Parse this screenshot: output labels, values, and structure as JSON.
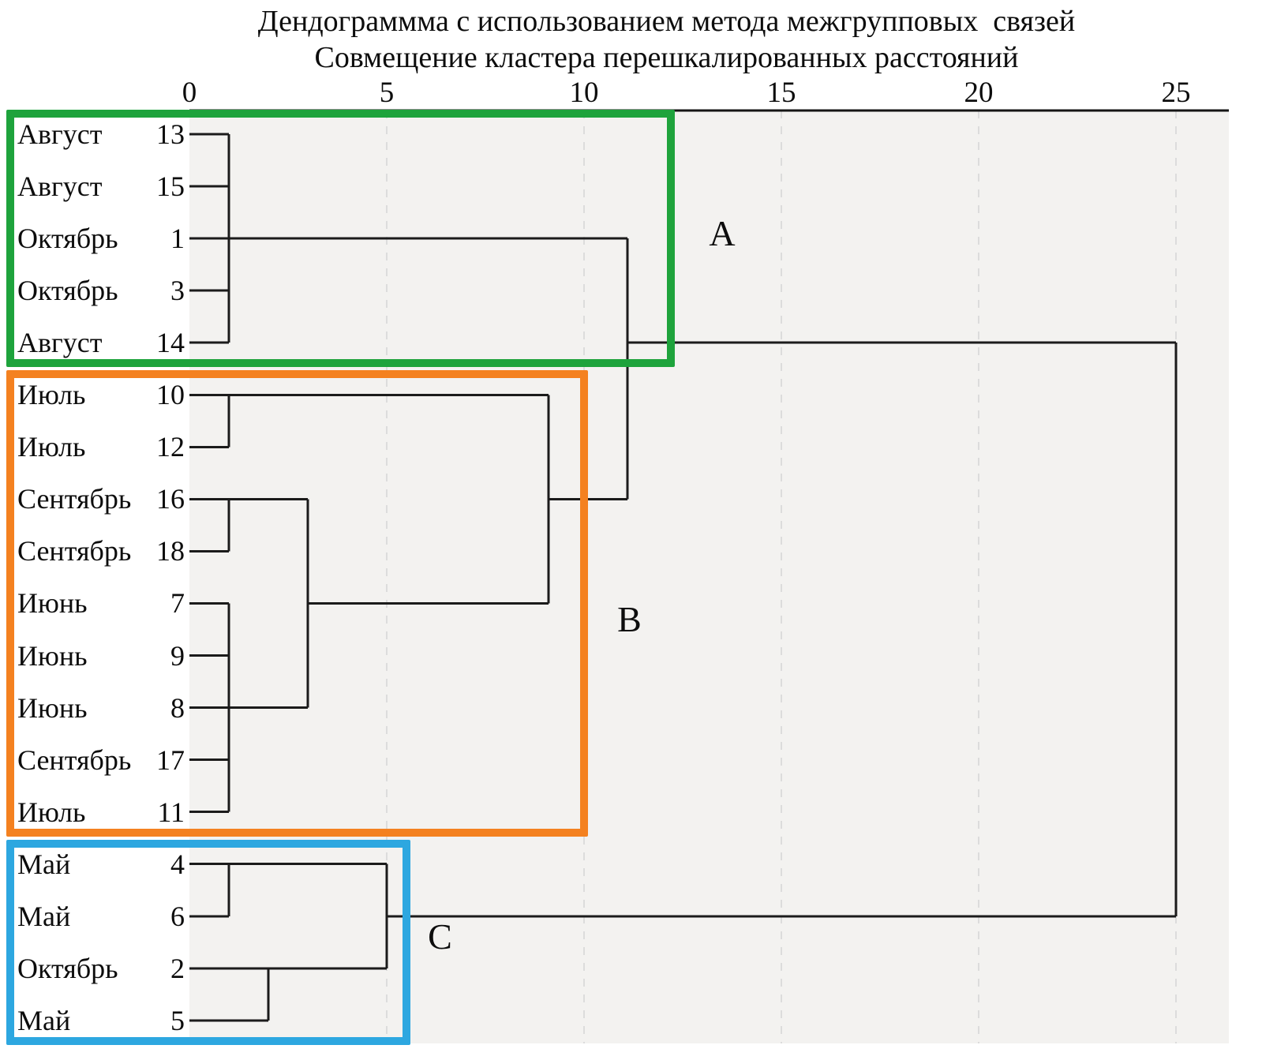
{
  "title": {
    "line1": "Дендограммма с использованием метода межгрупповых  связей",
    "line2": "Совмещение кластера перешкалированных расстояний"
  },
  "chart_data": {
    "type": "dendrogram",
    "orientation": "horizontal",
    "subtitle_meaning": "rescaled distance cluster combine, between-groups linkage",
    "axis": {
      "ticks": [
        0,
        5,
        10,
        15,
        20,
        25
      ],
      "xlim": [
        0,
        25
      ]
    },
    "leaves": [
      {
        "month": "Август",
        "num": "13"
      },
      {
        "month": "Август",
        "num": "15"
      },
      {
        "month": "Октябрь",
        "num": "1"
      },
      {
        "month": "Октябрь",
        "num": "3"
      },
      {
        "month": "Август",
        "num": "14"
      },
      {
        "month": "Июль",
        "num": "10"
      },
      {
        "month": "Июль",
        "num": "12"
      },
      {
        "month": "Сентябрь",
        "num": "16"
      },
      {
        "month": "Сентябрь",
        "num": "18"
      },
      {
        "month": "Июнь",
        "num": "7"
      },
      {
        "month": "Июнь",
        "num": "9"
      },
      {
        "month": "Июнь",
        "num": "8"
      },
      {
        "month": "Сентябрь",
        "num": "17"
      },
      {
        "month": "Июль",
        "num": "11"
      },
      {
        "month": "Май",
        "num": "4"
      },
      {
        "month": "Май",
        "num": "6"
      },
      {
        "month": "Октябрь",
        "num": "2"
      },
      {
        "month": "Май",
        "num": "5"
      }
    ],
    "segments": [
      [
        0,
        1,
        1,
        1
      ],
      [
        0,
        2,
        1,
        2
      ],
      [
        0,
        4,
        1,
        4
      ],
      [
        0,
        5,
        1,
        5
      ],
      [
        1,
        1,
        1,
        5
      ],
      [
        0,
        3,
        11.1,
        3
      ],
      [
        11.1,
        3,
        11.1,
        8
      ],
      [
        11.1,
        5,
        25,
        5
      ],
      [
        0,
        6,
        9.1,
        6
      ],
      [
        0,
        7,
        1,
        7
      ],
      [
        1,
        6,
        1,
        7
      ],
      [
        0,
        8,
        3,
        8
      ],
      [
        0,
        9,
        1,
        9
      ],
      [
        1,
        8,
        1,
        9
      ],
      [
        0,
        10,
        1,
        10
      ],
      [
        0,
        11,
        1,
        11
      ],
      [
        0,
        12,
        3,
        12
      ],
      [
        0,
        13,
        1,
        13
      ],
      [
        0,
        14,
        1,
        14
      ],
      [
        1,
        10,
        1,
        14
      ],
      [
        3,
        8,
        3,
        12
      ],
      [
        3,
        10,
        9.1,
        10
      ],
      [
        9.1,
        6,
        9.1,
        10
      ],
      [
        9.1,
        8,
        11.1,
        8
      ],
      [
        0,
        15,
        1,
        15
      ],
      [
        0,
        16,
        1,
        16
      ],
      [
        1,
        15,
        1,
        16
      ],
      [
        1,
        15,
        5,
        15
      ],
      [
        0,
        17,
        5,
        17
      ],
      [
        0,
        18,
        2,
        18
      ],
      [
        2,
        17,
        2,
        18
      ],
      [
        5,
        15,
        5,
        17
      ],
      [
        5,
        16,
        25,
        16
      ],
      [
        25,
        5,
        25,
        16
      ]
    ],
    "clusters": [
      {
        "label": "A",
        "color": "#1ea33c",
        "row_start": 1,
        "row_end": 5,
        "x_extent": 12.3,
        "label_x": 13.5,
        "label_row": 2.95
      },
      {
        "label": "B",
        "color": "#f48120",
        "row_start": 6,
        "row_end": 14,
        "x_extent": 10.1,
        "label_x": 11.15,
        "label_row": 10.35
      },
      {
        "label": "C",
        "color": "#2da7e0",
        "row_start": 15,
        "row_end": 18,
        "x_extent": 5.6,
        "label_x": 6.35,
        "label_row": 16.45
      }
    ]
  }
}
